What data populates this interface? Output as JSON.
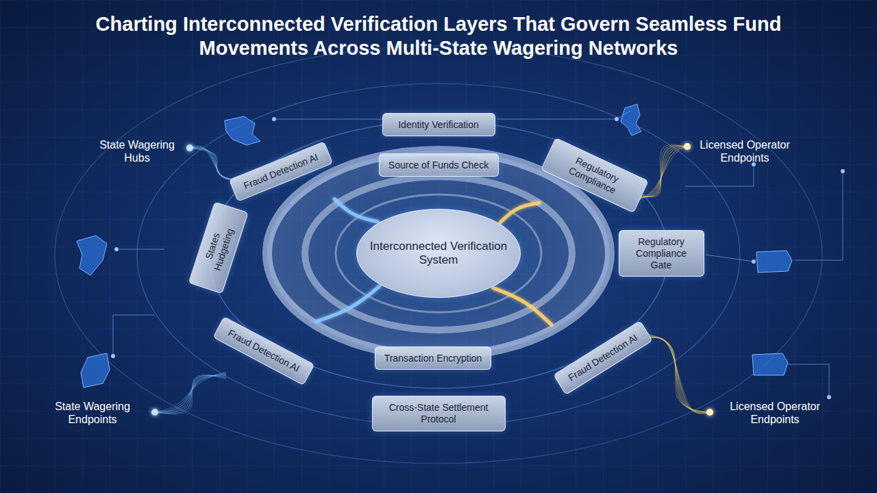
{
  "diagram": {
    "title": "Charting Interconnected Verification Layers That Govern Seamless Fund Movements Across Multi-State Wagering Networks",
    "nodes": [
      {
        "text": [
          "Identity Verification"
        ]
      },
      {
        "text": [
          "Fraud Detection AI"
        ]
      },
      {
        "text": [
          "Source of Funds Check"
        ]
      },
      {
        "text": [
          "Regulatory Compliance"
        ]
      },
      {
        "text": [
          "States Hudgeting"
        ]
      },
      {
        "text": [
          "Interconnected Verification System"
        ]
      },
      {
        "text": [
          "Regulatory Compliance Gate"
        ]
      },
      {
        "text": [
          "Fraud Detection AI"
        ]
      },
      {
        "text": [
          "Transaction Encryption"
        ]
      },
      {
        "text": [
          "Fraud Detection AI"
        ]
      },
      {
        "text": [
          "Cross-State Settlement Protocol"
        ]
      }
    ],
    "edges": [
      {
        "from": 1,
        "to": 5,
        "arrow": "none"
      },
      {
        "from": 3,
        "to": 5,
        "arrow": "none"
      },
      {
        "from": 7,
        "to": 5,
        "arrow": "none"
      },
      {
        "from": 9,
        "to": 5,
        "arrow": "none"
      }
    ],
    "labels": [
      "State Wagering Hubs",
      "Licensed Operator Endpoints",
      "State Wagering Endpoints",
      "Licensed Operator Endpoints"
    ]
  }
}
